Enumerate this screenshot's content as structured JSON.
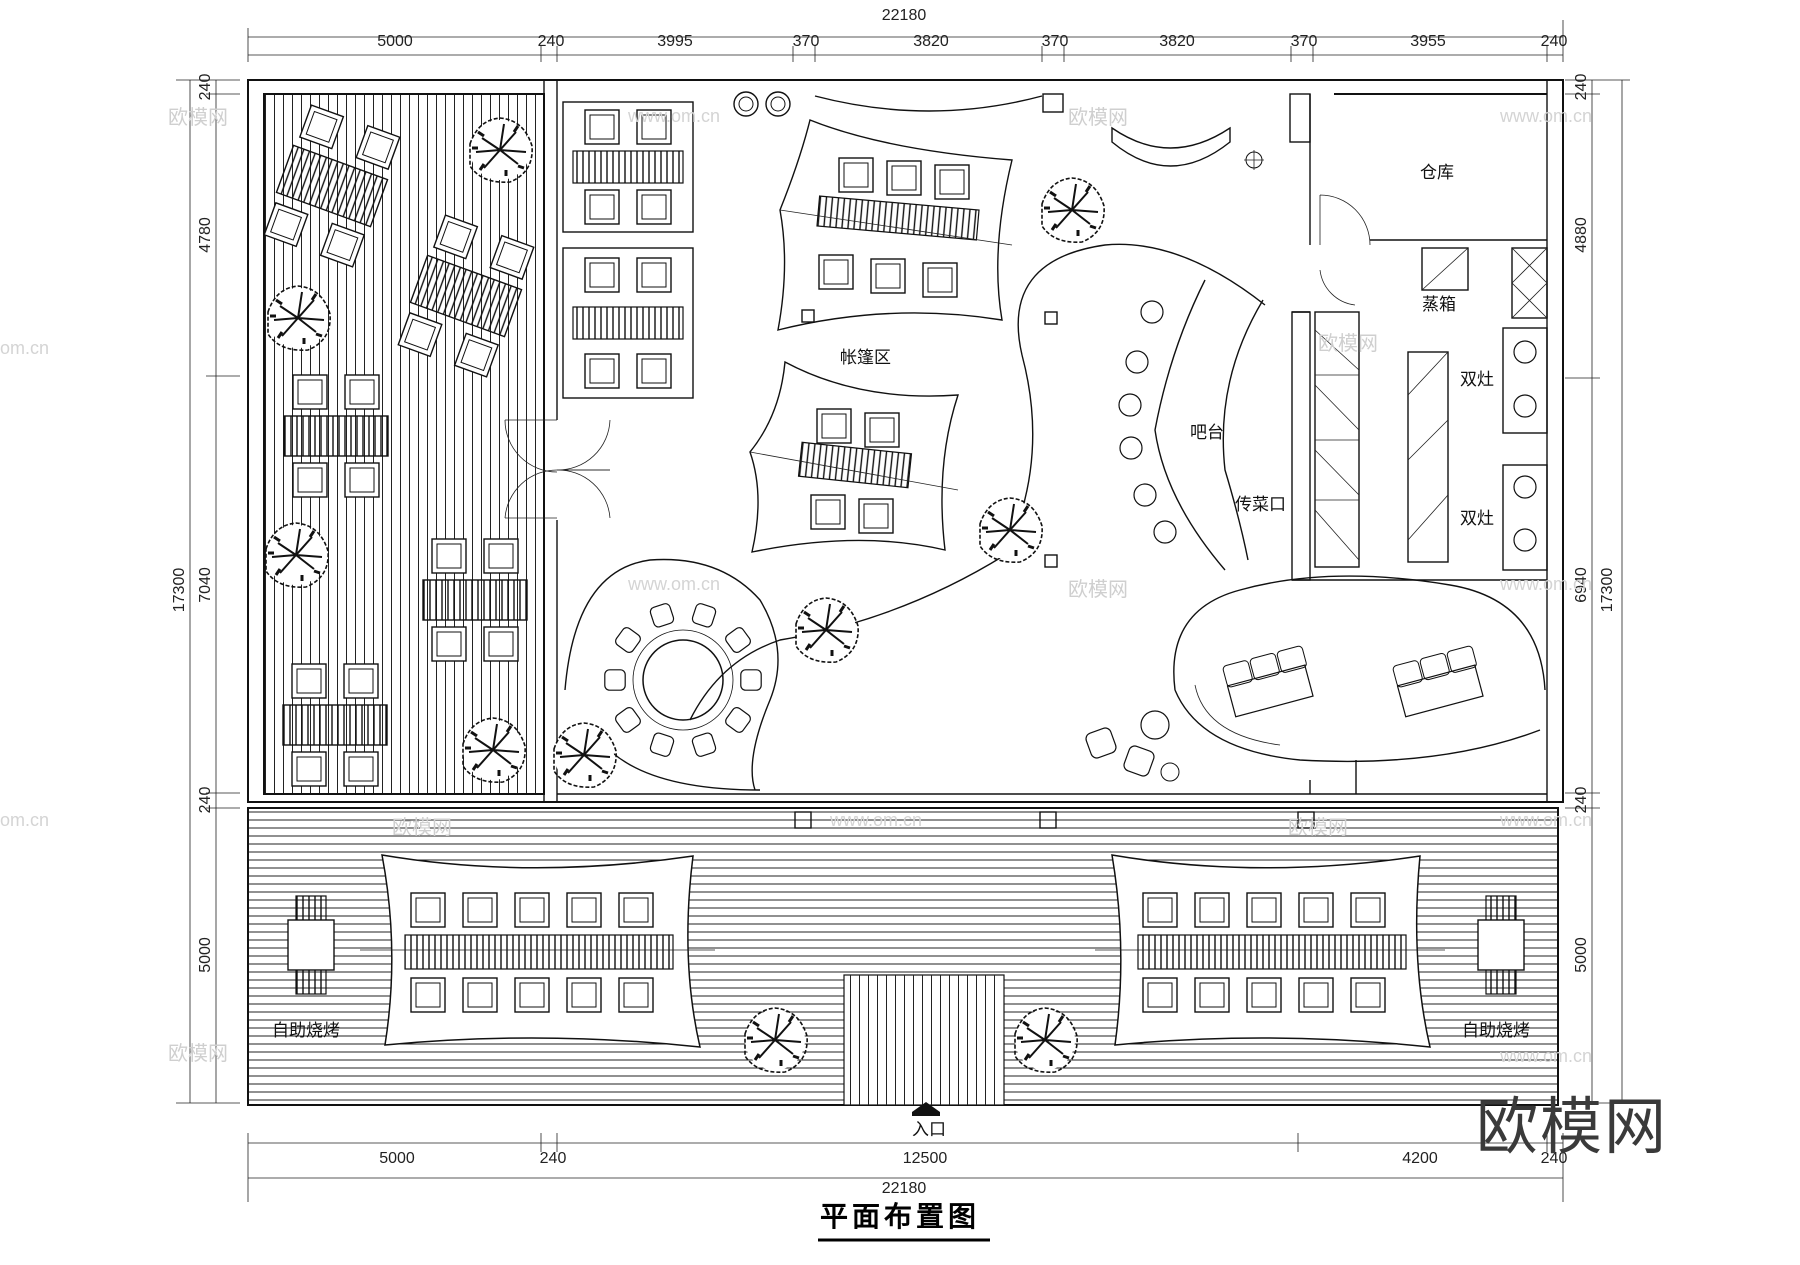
{
  "title": "平面布置图",
  "dimensions": {
    "top_total": "22180",
    "top": [
      "5000",
      "240",
      "3995",
      "370",
      "3820",
      "370",
      "3820",
      "370",
      "3955",
      "240"
    ],
    "bottom": [
      "5000",
      "240",
      "12500",
      "4200",
      "240"
    ],
    "bottom_total": "22180",
    "left": [
      "240",
      "4780",
      "7040",
      "240",
      "5000"
    ],
    "left_total": "17300",
    "right": [
      "240",
      "4880",
      "6940",
      "240",
      "5000"
    ],
    "right_total": "17300"
  },
  "rooms": {
    "tent_area": "帐篷区",
    "bar": "吧台",
    "pass_window": "传菜口",
    "storage": "仓库",
    "steamer": "蒸箱",
    "double_stove_1": "双灶",
    "double_stove_2": "双灶",
    "bbq_left": "自助烧烤",
    "bbq_right": "自助烧烤",
    "entrance": "入口"
  },
  "watermark": {
    "brand": "欧模网",
    "url": "www.om.cn",
    "url_short": "om.cn"
  }
}
